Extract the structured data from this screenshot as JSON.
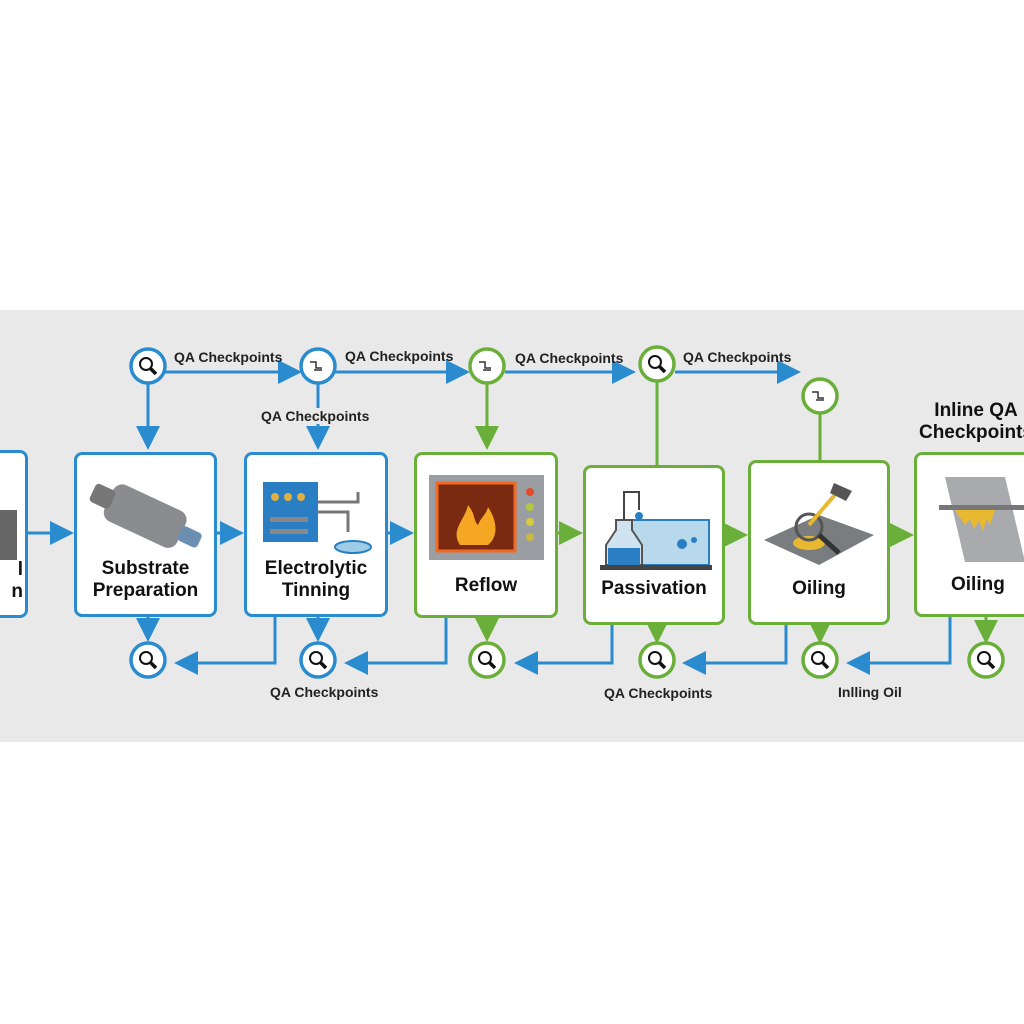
{
  "colors": {
    "blue": "#2a8ccf",
    "green": "#6aaf3a",
    "background": "#e9e9e9"
  },
  "steps": [
    {
      "label_line1": "l",
      "label_line2": "n",
      "color": "blue",
      "icon": "machine-icon"
    },
    {
      "label_line1": "Substrate",
      "label_line2": "Preparation",
      "color": "blue",
      "icon": "steel-roller-icon"
    },
    {
      "label_line1": "Electrolytic",
      "label_line2": "Tinning",
      "color": "blue",
      "icon": "electrolytic-bath-icon"
    },
    {
      "label_line1": "Reflow",
      "label_line2": "",
      "color": "green",
      "icon": "furnace-flame-icon"
    },
    {
      "label_line1": "Passivation",
      "label_line2": "",
      "color": "green",
      "icon": "chemical-tank-icon"
    },
    {
      "label_line1": "Oiling",
      "label_line2": "",
      "color": "green",
      "icon": "oil-inspection-icon"
    },
    {
      "label_line1": "Oiling",
      "label_line2": "",
      "color": "green",
      "icon": "oiled-sheet-icon"
    }
  ],
  "labels": {
    "top1": "QA Checkpoints",
    "top2": "QA Checkpoints",
    "top3": "QA Checkpoints",
    "top4": "QA Checkpoints",
    "mid": "QA Checkpoints",
    "bottom1": "QA Checkpoints",
    "bottom2": "QA Checkpoints",
    "bottom3": "Inlling Oil",
    "inline_line1": "Inline QA",
    "inline_line2": "Checkpoints"
  },
  "checkpoints_top": [
    {
      "icon": "magnifier-icon",
      "color": "blue"
    },
    {
      "icon": "circuit-icon",
      "color": "blue"
    },
    {
      "icon": "circuit-icon",
      "color": "green"
    },
    {
      "icon": "magnifier-icon",
      "color": "green"
    },
    {
      "icon": "circuit-icon",
      "color": "green"
    }
  ],
  "checkpoints_bottom": [
    {
      "icon": "magnifier-icon",
      "color": "blue"
    },
    {
      "icon": "magnifier-icon",
      "color": "blue"
    },
    {
      "icon": "magnifier-icon",
      "color": "green"
    },
    {
      "icon": "magnifier-icon",
      "color": "green"
    },
    {
      "icon": "magnifier-icon",
      "color": "green"
    },
    {
      "icon": "magnifier-icon",
      "color": "green"
    }
  ]
}
